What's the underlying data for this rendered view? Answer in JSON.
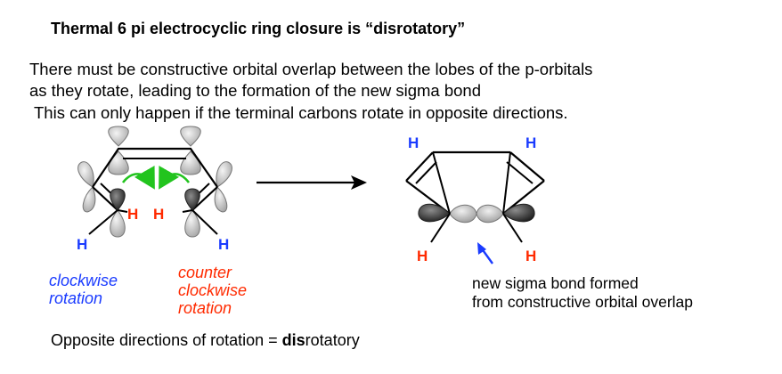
{
  "title": "Thermal 6 pi electrocyclic ring closure is “disrotatory”",
  "body": [
    "There must be constructive orbital overlap between the lobes of the p-orbitals",
    "as they rotate, leading to the formation of the new sigma bond",
    "This can only happen if the terminal carbons rotate in opposite directions."
  ],
  "atoms": {
    "h": "H"
  },
  "labels": {
    "clockwise_1": "clockwise",
    "clockwise_2": "rotation",
    "counter_1": "counter",
    "counter_2": "clockwise",
    "counter_3": "rotation"
  },
  "note": {
    "line1": "new sigma bond formed",
    "line2": "from constructive orbital overlap"
  },
  "footer": {
    "prefix": "Opposite directions of rotation = ",
    "bold": "dis",
    "suffix": "rotatory"
  },
  "colors": {
    "blue": "#1a3bff",
    "red": "#ff2a00",
    "green": "#22c41e",
    "orbital_light": "#c8c8c8",
    "orbital_dark": "#3a3a3a"
  }
}
